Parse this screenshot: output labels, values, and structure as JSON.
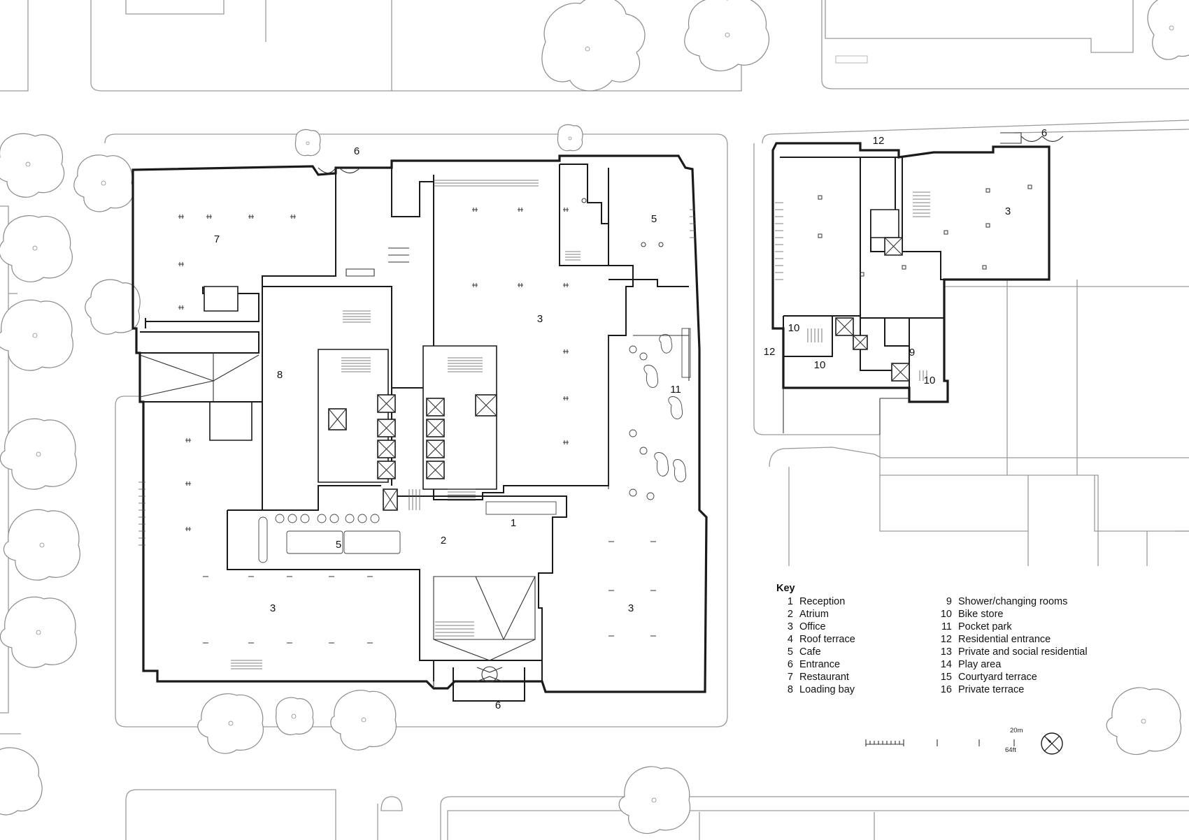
{
  "labels": {
    "main": {
      "reception": "1",
      "atrium": "2",
      "office_north": "3",
      "office_southwest": "3",
      "office_southeast": "3",
      "cafe_atrium": "5",
      "cafe_northeast": "5",
      "entrance_north": "6",
      "entrance_south": "6",
      "restaurant": "7",
      "loading_bay": "8",
      "pocket_park": "11"
    },
    "east": {
      "office": "3",
      "entrance": "6",
      "residential_entrance_north": "12",
      "residential_entrance_west": "12",
      "shower_changing": "9",
      "bike_store_a": "10",
      "bike_store_b": "10",
      "bike_store_c": "10"
    }
  },
  "key": {
    "title": "Key",
    "items": [
      {
        "num": "1",
        "text": "Reception"
      },
      {
        "num": "2",
        "text": "Atrium"
      },
      {
        "num": "3",
        "text": "Office"
      },
      {
        "num": "4",
        "text": "Roof terrace"
      },
      {
        "num": "5",
        "text": "Cafe"
      },
      {
        "num": "6",
        "text": "Entrance"
      },
      {
        "num": "7",
        "text": "Restaurant"
      },
      {
        "num": "8",
        "text": "Loading bay"
      },
      {
        "num": "9",
        "text": "Shower/changing rooms"
      },
      {
        "num": "10",
        "text": "Bike store"
      },
      {
        "num": "11",
        "text": "Pocket park"
      },
      {
        "num": "12",
        "text": "Residential entrance"
      },
      {
        "num": "13",
        "text": "Private and social residential"
      },
      {
        "num": "14",
        "text": "Play area"
      },
      {
        "num": "15",
        "text": "Courtyard terrace"
      },
      {
        "num": "16",
        "text": "Private terrace"
      }
    ]
  },
  "scale": {
    "metric": "20m",
    "imperial": "64ft"
  },
  "north_arrow": "north-arrow-icon"
}
